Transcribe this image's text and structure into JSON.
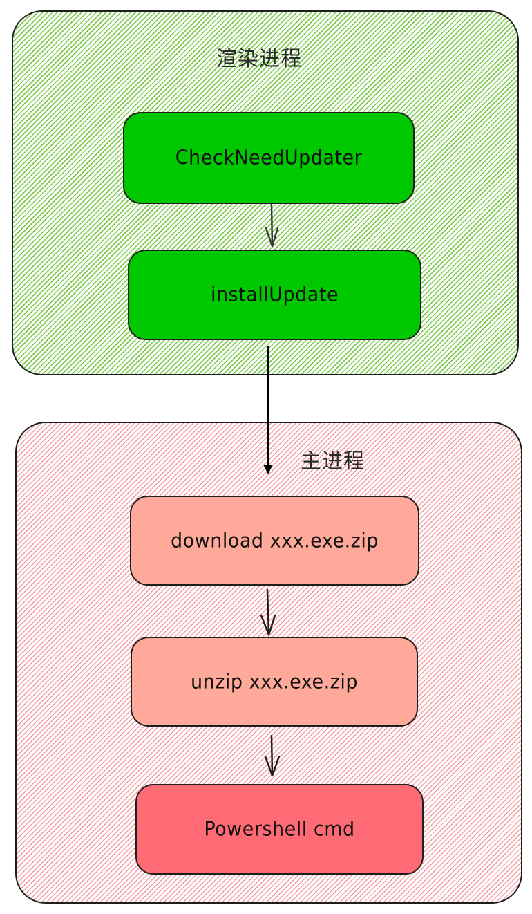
{
  "diagram": {
    "type": "flowchart",
    "groups": [
      {
        "id": "renderer",
        "title": "渲染进程",
        "color": "#60c028",
        "nodes": [
          {
            "id": "check",
            "label": "CheckNeedUpdater",
            "fill": "#00c800"
          },
          {
            "id": "install",
            "label": "installUpdate",
            "fill": "#00c800"
          }
        ]
      },
      {
        "id": "main",
        "title": "主进程",
        "color": "#f06e78",
        "nodes": [
          {
            "id": "download",
            "label": "download xxx.exe.zip",
            "fill": "#ffa99a"
          },
          {
            "id": "unzip",
            "label": "unzip xxx.exe.zip",
            "fill": "#ffa99a"
          },
          {
            "id": "powershell",
            "label": "Powershell cmd",
            "fill": "#ff6b74"
          }
        ]
      }
    ],
    "edges": [
      {
        "from": "check",
        "to": "install"
      },
      {
        "from": "install",
        "to": "main"
      },
      {
        "from": "download",
        "to": "unzip"
      },
      {
        "from": "unzip",
        "to": "powershell"
      }
    ]
  }
}
